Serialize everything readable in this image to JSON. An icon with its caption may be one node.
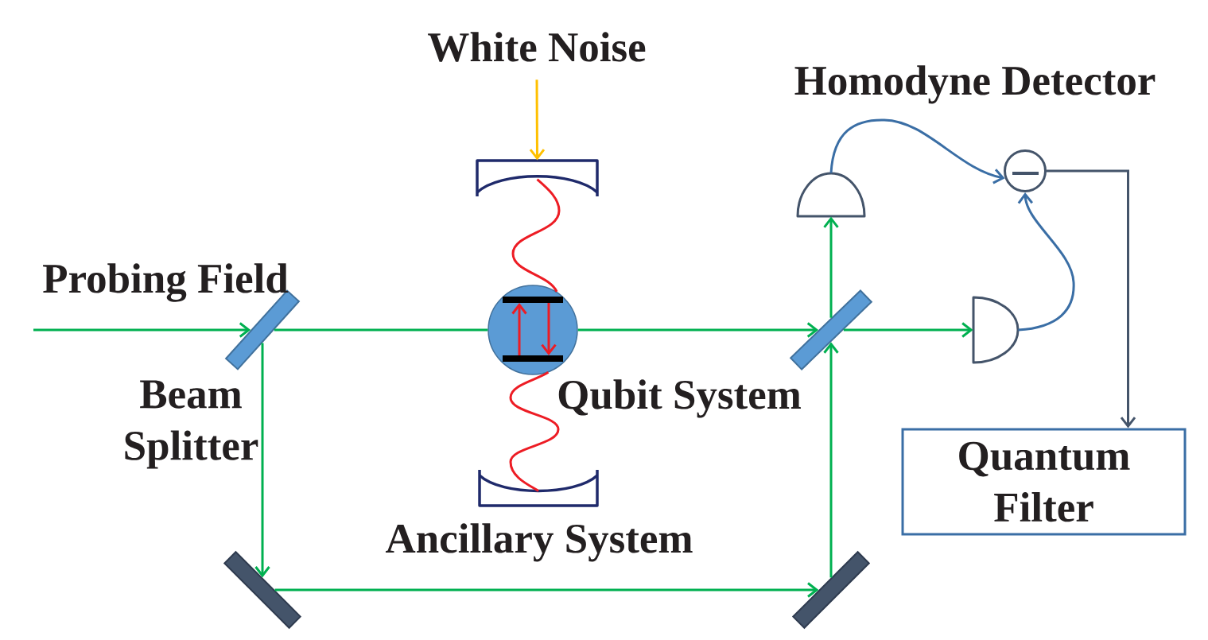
{
  "diagram": {
    "nodes": [
      {
        "text": [
          "White Noise"
        ]
      },
      {
        "text": [],
        "shape": "mirror"
      },
      {
        "text": [],
        "shape": "semicircle"
      },
      {
        "text": [],
        "shape": "circle"
      },
      {
        "text": [],
        "shape": "bar",
        "beside": [
          "Beam Splitter"
        ]
      },
      {
        "text": [],
        "shape": "circle",
        "beside": [
          "Qubit System"
        ]
      },
      {
        "text": [],
        "shape": "bar"
      },
      {
        "text": [],
        "shape": "semicircle"
      },
      {
        "text": [],
        "shape": "mirror",
        "beside": [
          "Ancillary System"
        ]
      },
      {
        "text": [
          "Quantum Filter"
        ]
      },
      {
        "text": [],
        "shape": "bar"
      },
      {
        "text": [],
        "shape": "bar"
      }
    ],
    "edges": [
      {
        "from": null,
        "to": 4,
        "arrow": "to",
        "label": "Probing Field"
      },
      {
        "from": 4,
        "to": 5,
        "arrow": "none"
      },
      {
        "from": 5,
        "to": 6,
        "arrow": "to"
      },
      {
        "from": 4,
        "to": 10,
        "arrow": "to"
      },
      {
        "from": 10,
        "to": 11,
        "arrow": "to"
      },
      {
        "from": 11,
        "to": 6,
        "arrow": "to"
      },
      {
        "from": 6,
        "to": 2,
        "arrow": "to"
      },
      {
        "from": 6,
        "to": 7,
        "arrow": "to"
      },
      {
        "from": 0,
        "to": 1,
        "arrow": "to",
        "color": "#ffc000"
      },
      {
        "from": 1,
        "to": 5,
        "arrow": "none",
        "color": "#ed1c24"
      },
      {
        "from": 5,
        "to": 8,
        "arrow": "none",
        "color": "#ed1c24"
      },
      {
        "from": 2,
        "to": 3,
        "arrow": "to",
        "color": "#3a6ea5"
      },
      {
        "from": 7,
        "to": 3,
        "arrow": "to",
        "color": "#3a6ea5"
      },
      {
        "from": 3,
        "to": 9,
        "arrow": "to",
        "color": "#44546a"
      }
    ],
    "labels": [
      "Homodyne Detector"
    ]
  }
}
